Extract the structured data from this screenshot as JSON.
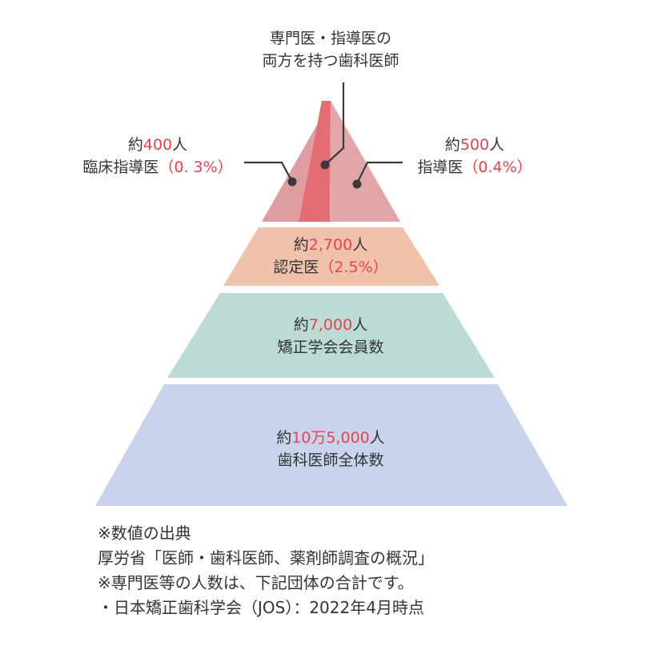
{
  "colors": {
    "top_left": "#df9d9f",
    "top_center": "#e46d71",
    "top_right": "#e3a6a8",
    "tier2": "#f0c1ab",
    "tier3": "#bcdbd7",
    "tier4": "#c8d4eb",
    "accent_red": "#e8434d",
    "leader_line": "#3a3a3a",
    "text": "#333333"
  },
  "pyramid": {
    "top_label": {
      "line1": "専門医・指導医の",
      "line2": "両方を持つ歯科医師"
    },
    "left_label": {
      "prefix": "約",
      "count": "400",
      "suffix": "人",
      "name": "臨床指導医",
      "pct": "（0. 3%）"
    },
    "right_label": {
      "prefix": "約",
      "count": "500",
      "suffix": "人",
      "name": "指導医",
      "pct": "（0.4%）"
    },
    "tiers": [
      {
        "prefix": "約",
        "count": "2,700",
        "suffix": "人",
        "name": "認定医",
        "pct": "（2.5%）"
      },
      {
        "prefix": "約",
        "count": "7,000",
        "suffix": "人",
        "name": "矯正学会会員数",
        "pct": ""
      },
      {
        "prefix": "約",
        "count": "10万5,000",
        "suffix": "人",
        "name": "歯科医師全体数",
        "pct": ""
      }
    ]
  },
  "notes": {
    "line1": "※数値の出典",
    "line2": "厚労省「医師・歯科医師、薬剤師調査の概況」",
    "line3": "※専門医等の人数は、下記団体の合計です。",
    "line4": "・日本矯正歯科学会（JOS）：2022年4月時点"
  }
}
